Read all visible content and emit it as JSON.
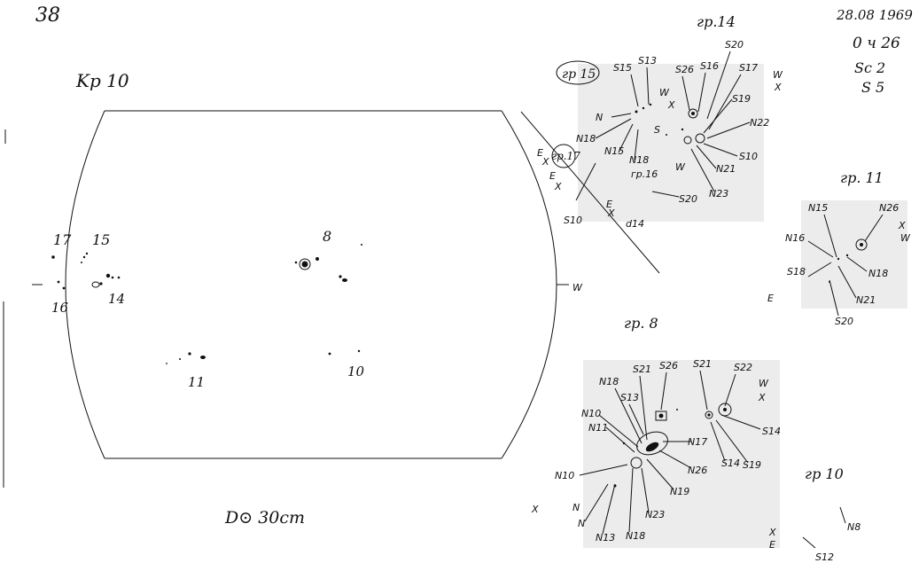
{
  "sheet": {
    "number": "38",
    "date": "28.08 1969",
    "time": "0 ч 26",
    "sc": "Sc  2",
    "s": "S  5",
    "kp": "Kp 10",
    "d": "D⊙  30cm",
    "limb": {
      "west": "W"
    }
  },
  "disk_groups": [
    {
      "id": "17"
    },
    {
      "id": "15"
    },
    {
      "id": "16"
    },
    {
      "id": "14"
    },
    {
      "id": "8"
    },
    {
      "id": "11"
    },
    {
      "id": "10"
    }
  ],
  "insets": {
    "gr14": {
      "title": "гр.14",
      "labels": [
        "S15",
        "S13",
        "S26",
        "S16",
        "S20",
        "S17",
        "W",
        "X",
        "N",
        "N18",
        "N15",
        "S",
        "S19",
        "N22",
        "N18",
        "гр.16",
        "W",
        "S10",
        "N21",
        "N23",
        "S20",
        "d14",
        "E",
        "X",
        "W",
        "X"
      ]
    },
    "gr15": {
      "title": "гр 15"
    },
    "gr17": {
      "title": "гр.17",
      "labels": [
        "E",
        "X",
        "E",
        "X",
        "S10"
      ]
    },
    "gr11": {
      "title": "гр. 11",
      "labels": [
        "N15",
        "N26",
        "N16",
        "W",
        "X",
        "S18",
        "N18",
        "N21",
        "S20",
        "E"
      ]
    },
    "gr8": {
      "title": "гр. 8",
      "labels": [
        "N18",
        "S21",
        "S26",
        "S21",
        "S22",
        "W",
        "X",
        "N10",
        "S13",
        "N11",
        "N17",
        "S14",
        "S14",
        "S19",
        "N26",
        "N10",
        "N19",
        "N",
        "N23",
        "N",
        "N13",
        "N18",
        "X"
      ]
    },
    "gr10": {
      "title": "гр 10",
      "labels": [
        "N8",
        "S12",
        "X",
        "E"
      ]
    }
  }
}
